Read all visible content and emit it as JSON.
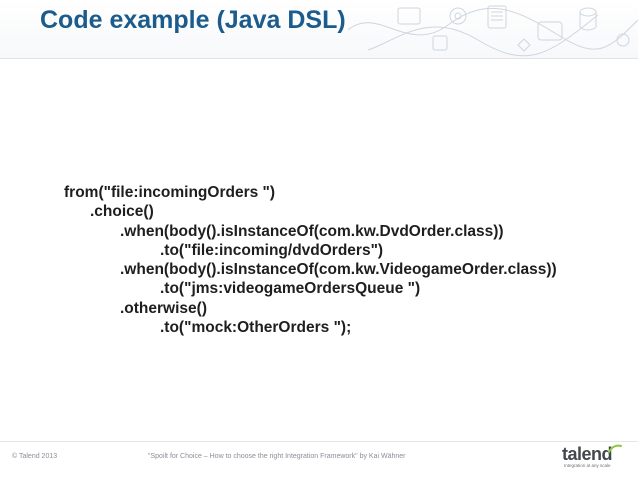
{
  "slide": {
    "title": "Code example (Java DSL)",
    "code_lines": [
      "from(\"file:incomingOrders \")",
      ".choice()",
      ".when(body().isInstanceOf(com.kw.DvdOrder.class))",
      ".to(\"file:incoming/dvdOrders\")",
      ".when(body().isInstanceOf(com.kw.VideogameOrder.class))",
      ".to(\"jms:videogameOrdersQueue \")",
      ".otherwise()",
      ".to(\"mock:OtherOrders \");"
    ]
  },
  "footer": {
    "copyright": "© Talend 2013",
    "quote": "\"Spoilt for Choice – How to choose the right Integration Framework\" by Kai Wähner",
    "logo_word": "talend",
    "logo_tagline": "Integration at any scale"
  },
  "colors": {
    "title": "#1b5c8d",
    "code": "#1e1e1e",
    "footer_text": "#8a8f96",
    "logo_accent": "#8cc63f"
  },
  "icons": [
    "header-network-illustration",
    "talend-swoosh-icon"
  ]
}
